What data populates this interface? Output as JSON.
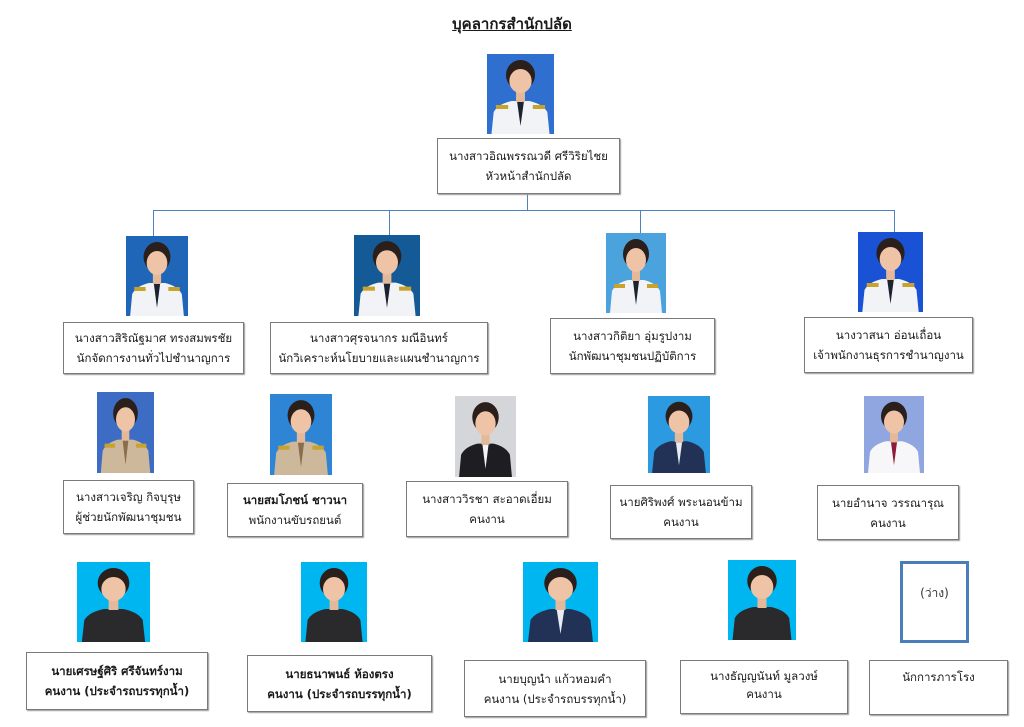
{
  "title": "บุคลากรสำนักปลัด",
  "colors": {
    "connector": "#4f81bd",
    "vacant_border": "#4a7ebb"
  },
  "head": {
    "name": "นางสาวอิณพรรณวดี ศรีวิริยไชย",
    "position": "หัวหน้าสำนักปลัด",
    "photo_bg": "#2f6fd0",
    "attire": "white-uniform"
  },
  "level2": [
    {
      "name": "นางสาวสิริณัฐมาศ ทรงสมพรชัย",
      "position": "นักจัดการงานทั่วไปชำนาญการ",
      "photo_bg": "#1f66b8",
      "attire": "white-uniform"
    },
    {
      "name": "นางสาวศุรจนากร มณีอินทร์",
      "position": "นักวิเคราะห์นโยบายและแผนชำนาญการ",
      "photo_bg": "#135a96",
      "attire": "white-uniform"
    },
    {
      "name": "นางสาวกิติยา อุ่มรูปงาม",
      "position": "นักพัฒนาชุมชนปฏิบัติการ",
      "photo_bg": "#4aa3dc",
      "attire": "white-uniform"
    },
    {
      "name": "นางวาสนา อ่อนเถื่อน",
      "position": "เจ้าพนักงานธุรการชำนาญงาน",
      "photo_bg": "#1a52d6",
      "attire": "white-uniform"
    }
  ],
  "level3": [
    {
      "name": "นางสาวเจริญ กิจบุรุษ",
      "position": "ผู้ช่วยนักพัฒนาชุมชน",
      "photo_bg": "#3d6cc4",
      "attire": "khaki-uniform"
    },
    {
      "name": "นายสมโภชน์ ชาวนา",
      "position": "พนักงานขับรถยนต์",
      "photo_bg": "#2e85d6",
      "attire": "khaki-uniform"
    },
    {
      "name": "นางสาววิรชา สะอาดเอี่ยม",
      "position": "คนงาน",
      "photo_bg": "#d4d6d9",
      "attire": "black-suit"
    },
    {
      "name": "นายศิริพงศ์ พระนอนข้าม",
      "position": "คนงาน",
      "photo_bg": "#2b9ae0",
      "attire": "navy-suit"
    },
    {
      "name": "นายอำนาจ วรรณารุณ",
      "position": "คนงาน",
      "photo_bg": "#8fa6e0",
      "attire": "white-shirt"
    }
  ],
  "level4": [
    {
      "name": "นายเศรษฐ์ศิริ ศรีจันทร์งาม",
      "position": "คนงาน (ประจำรถบรรทุกน้ำ)",
      "photo_bg": "#00b6f1",
      "attire": "black-tshirt"
    },
    {
      "name": "นายธนาพนธ์ ห้องตรง",
      "position": "คนงาน (ประจำรถบรรทุกน้ำ)",
      "photo_bg": "#00b6f1",
      "attire": "black-tshirt"
    },
    {
      "name": "นายบุญนำ แก้วหอมคำ",
      "position": "คนงาน (ประจำรถบรรทุกน้ำ)",
      "photo_bg": "#00b6f1",
      "attire": "navy-suit"
    },
    {
      "name": "นางธัญญนันท์ มูลวงษ์",
      "position": "คนงาน",
      "photo_bg": "#00b6f1",
      "attire": "black-tshirt"
    }
  ],
  "vacant": {
    "placeholder": "(ว่าง)",
    "position": "นักการภารโรง"
  }
}
